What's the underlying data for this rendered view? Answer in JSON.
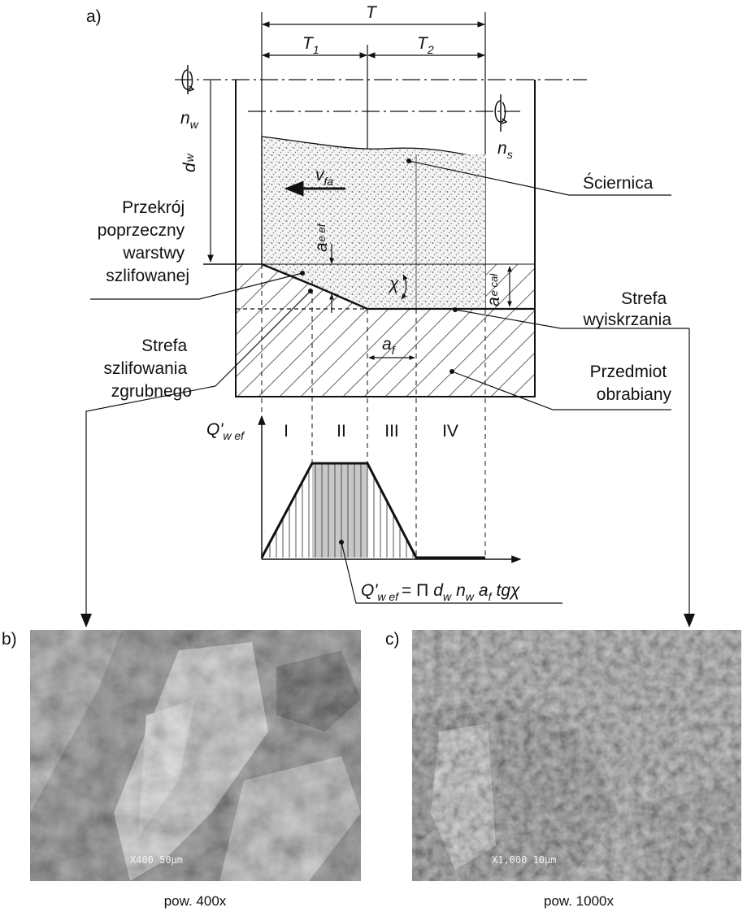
{
  "panel_labels": {
    "a": "a)",
    "b": "b)",
    "c": "c)"
  },
  "dims": {
    "T": "T",
    "T1": {
      "base": "T",
      "sub": "1"
    },
    "T2": {
      "base": "T",
      "sub": "2"
    },
    "nw": {
      "base": "n",
      "sub": "w"
    },
    "ns": {
      "base": "n",
      "sub": "s"
    },
    "dw": {
      "base": "d",
      "sub": "w"
    },
    "vfa": {
      "base": "v",
      "sub": "fa"
    },
    "aeef": {
      "base": "a",
      "sub": "e ef"
    },
    "aecal": {
      "base": "a",
      "sub": "e cał"
    },
    "af": {
      "base": "a",
      "sub": "f"
    },
    "chi": "χ"
  },
  "labels": {
    "wheel": "Ściernica",
    "section": [
      "Przekrój",
      "poprzeczny",
      "warstwy",
      "szlifowanej"
    ],
    "spark_out": [
      "Strefa",
      "wyiskrzania"
    ],
    "rough": [
      "Strefa",
      "szlifowania",
      "zgrubnego"
    ],
    "workpiece": [
      "Przedmiot",
      "obrabiany"
    ]
  },
  "graph": {
    "ylabel": {
      "base": "Q'",
      "sub": "w ef"
    },
    "zones": [
      "I",
      "II",
      "III",
      "IV"
    ],
    "formula": {
      "q": "Q'",
      "q_sub": "w ef",
      "eq": "= Π",
      "d": "d",
      "d_sub": "w",
      "n": "n",
      "n_sub": "w",
      "a": "a",
      "a_sub": "f",
      "tg": "tgχ"
    }
  },
  "micrographs": {
    "b": {
      "scale": "X400  50μm",
      "caption": "pow. 400x"
    },
    "c": {
      "scale": "X1,000  10μm",
      "caption": "pow. 1000x"
    }
  }
}
